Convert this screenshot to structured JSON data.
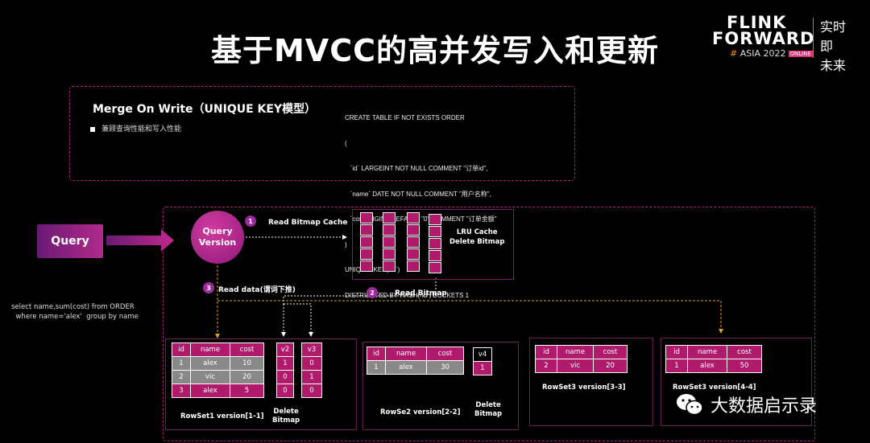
{
  "slide": {
    "title": "基于MVCC的高并发写入和更新",
    "logo": {
      "line1": "FLINK",
      "line2": "FORWARD",
      "asia": "ASIA 2022",
      "hash": "#",
      "online": "ONLINE",
      "cn1": "实时即",
      "cn2": "未来"
    }
  },
  "top_box": {
    "heading": "Merge On Write（UNIQUE KEY模型）",
    "bullet": "兼顾查询性能和写入性能",
    "sql_lines": [
      "CREATE TABLE IF NOT EXISTS ORDER",
      "(",
      "   `id` LARGEINT NOT NULL COMMENT \"订单id\",",
      "   `name` DATE NOT NULL COMMENT \"用户名称\",",
      "   `cost` BIGINT DEFAULT \"0\" COMMENT \"订单金额\"",
      ")",
      "UNIQUE  KEY(`id`)",
      "DISTRIBUTED BY HASH(`id`) BUCKETS 1"
    ]
  },
  "diagram": {
    "query_button": "Query",
    "query_version_1": "Query",
    "query_version_2": "Version",
    "step1_num": "1",
    "step1_label": "Read Bitmap Cache",
    "step2_num": "2",
    "step2_label": "Read Bitmap",
    "step3_num": "3",
    "step3_label": "Read data(谓词下推)",
    "lru_line1": "LRU Cache",
    "lru_line2": "Delete Bitmap",
    "select_line1": "select name,sum(cost) from ORDER",
    "select_line2": "  where name='alex'  group by name",
    "rowset1": {
      "headers": [
        "id",
        "name",
        "cost"
      ],
      "rows": [
        [
          "1",
          "alex",
          "10"
        ],
        [
          "2",
          "vic",
          "20"
        ],
        [
          "3",
          "alex",
          "5"
        ]
      ],
      "v2_header": "v2",
      "v2": [
        "1",
        "0",
        "0"
      ],
      "v3_header": "v3",
      "v3": [
        "0",
        "1",
        "0"
      ],
      "label": "RowSet1  version[1-1]",
      "delete_label_1": "Delete",
      "delete_label_2": "Bitmap"
    },
    "rowset2": {
      "headers": [
        "id",
        "name",
        "cost"
      ],
      "rows": [
        [
          "1",
          "alex",
          "30"
        ]
      ],
      "v4_header": "v4",
      "v4": [
        "1"
      ],
      "label": "RowSe2  version[2-2]",
      "delete_label_1": "Delete",
      "delete_label_2": "Bitmap"
    },
    "rowset3": {
      "headers": [
        "id",
        "name",
        "cost"
      ],
      "rows": [
        [
          "2",
          "vic",
          "20"
        ]
      ],
      "label": "RowSet3  version[3-3]"
    },
    "rowset4": {
      "headers": [
        "id",
        "name",
        "cost"
      ],
      "rows": [
        [
          "1",
          "alex",
          "50"
        ]
      ],
      "label": "RowSet3  version[4-4]"
    }
  },
  "watermark": "大数据启示录",
  "colors": {
    "accent": "#b01a6b",
    "dash": "#b0237a",
    "arrow_dashed": "#e0a020"
  }
}
